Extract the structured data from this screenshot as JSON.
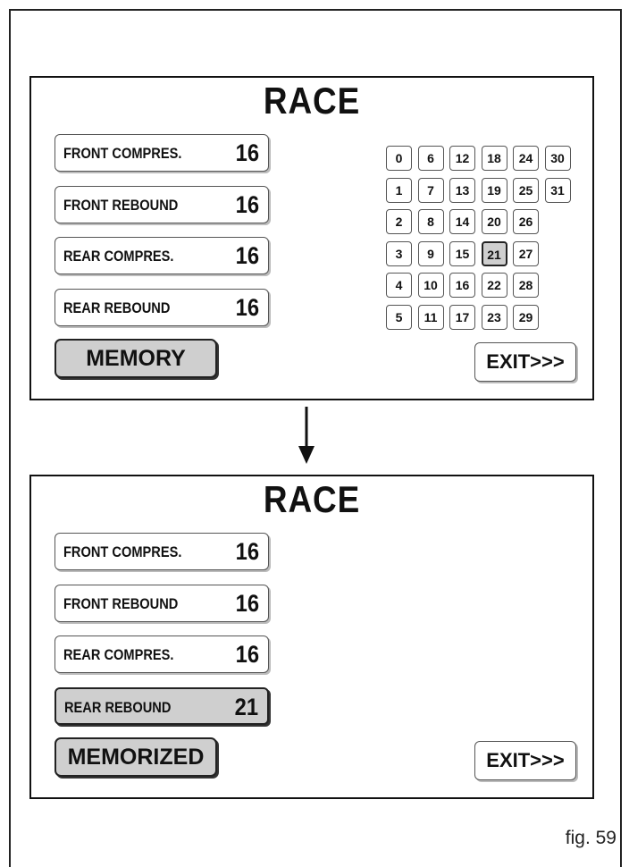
{
  "screens": [
    {
      "title": "RACE",
      "params": [
        {
          "label": "FRONT COMPRES.",
          "value": "16",
          "active": false
        },
        {
          "label": "FRONT REBOUND",
          "value": "16",
          "active": false
        },
        {
          "label": "REAR COMPRES.",
          "value": "16",
          "active": false
        },
        {
          "label": "REAR REBOUND",
          "value": "16",
          "active": false
        }
      ],
      "memory_label": "MEMORY",
      "exit_label": "EXIT>>>",
      "grid": {
        "columns": [
          [
            "0",
            "1",
            "2",
            "3",
            "4",
            "5"
          ],
          [
            "6",
            "7",
            "8",
            "9",
            "10",
            "11"
          ],
          [
            "12",
            "13",
            "14",
            "15",
            "16",
            "17"
          ],
          [
            "18",
            "19",
            "20",
            "21",
            "22",
            "23"
          ],
          [
            "24",
            "25",
            "26",
            "27",
            "28",
            "29"
          ],
          [
            "30",
            "31"
          ]
        ],
        "selected": "21"
      }
    },
    {
      "title": "RACE",
      "params": [
        {
          "label": "FRONT COMPRES.",
          "value": "16",
          "active": false
        },
        {
          "label": "FRONT REBOUND",
          "value": "16",
          "active": false
        },
        {
          "label": "REAR COMPRES.",
          "value": "16",
          "active": false
        },
        {
          "label": "REAR REBOUND",
          "value": "21",
          "active": true
        }
      ],
      "memory_label": "MEMORIZED",
      "exit_label": "EXIT>>>"
    }
  ],
  "figure_label": "fig. 59",
  "icons": {
    "transition": "arrow-down-icon"
  }
}
